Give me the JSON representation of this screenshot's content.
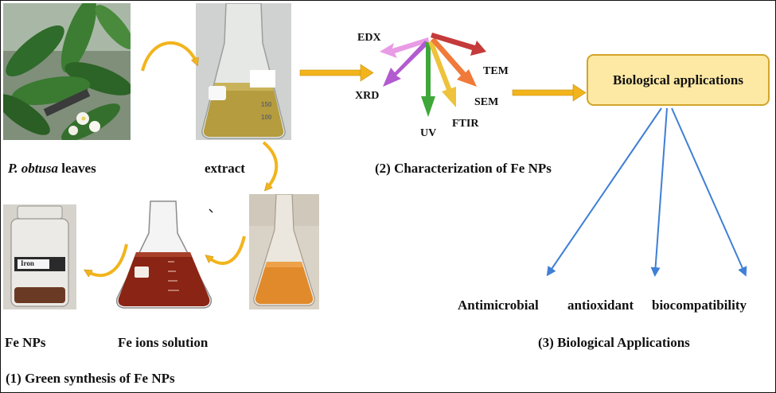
{
  "steps": {
    "step1": "(1) Green synthesis of Fe NPs",
    "step2": "(2) Characterization of Fe NPs",
    "step3": "(3) Biological Applications"
  },
  "synthesis": {
    "leaves_italic": "P. obtusa",
    "leaves_rest": " leaves",
    "extract": "extract",
    "ions_solution": "Fe ions solution",
    "fe_nps": "Fe NPs",
    "jar_label": "Iron"
  },
  "characterization": {
    "techniques": [
      "EDX",
      "XRD",
      "UV",
      "FTIR",
      "SEM",
      "TEM"
    ]
  },
  "biology": {
    "box_title": "Biological applications",
    "applications": [
      "Antimicrobial",
      "antioxidant",
      "biocompatibility"
    ]
  },
  "colors": {
    "flow_arrow": "#f2b41c",
    "blue_arrow": "#3f7fd6",
    "box_fill": "#fde9a4",
    "edx": "#e99be6",
    "xrd": "#b25ad0",
    "uv": "#3fa63a",
    "ftir": "#eec23a",
    "sem": "#f07a3a",
    "tem": "#c53a3a"
  }
}
